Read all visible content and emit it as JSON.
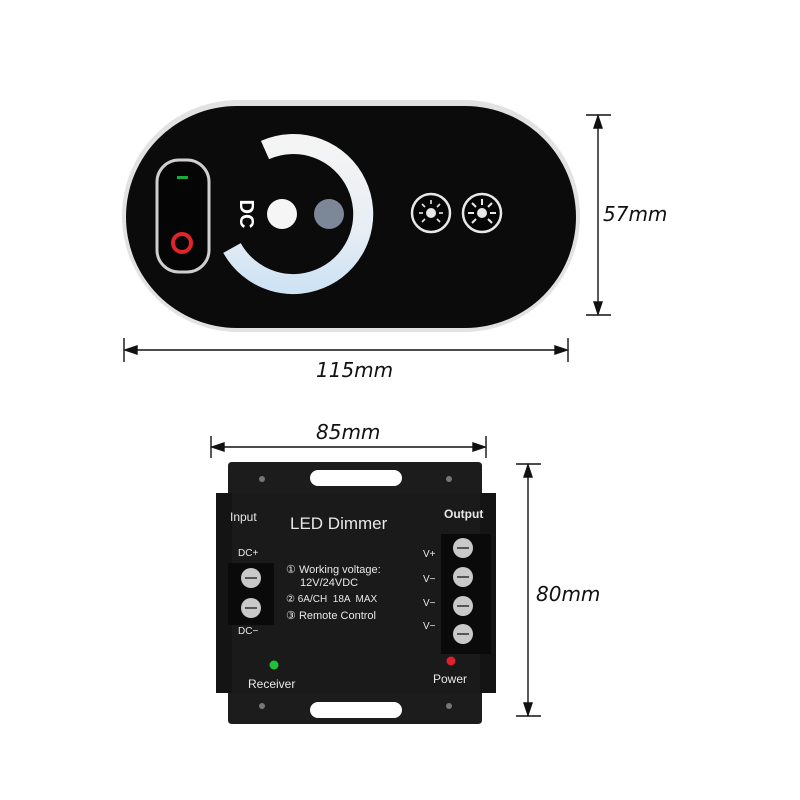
{
  "remote": {
    "dc_label": "DC",
    "colors": {
      "body": "#0a0a0a",
      "rim": "#d9d9d9",
      "ring": "#dfeaf4",
      "power_on": "#1fa83a",
      "power_off": "#e0242a"
    },
    "icons": [
      "power-switch-icon",
      "color-temperature-ring-icon",
      "brightness-down-icon",
      "brightness-up-icon"
    ]
  },
  "dimensions": {
    "remote_width": "115mm",
    "remote_height": "57mm",
    "dimmer_width": "85mm",
    "dimmer_height": "80mm"
  },
  "dimmer": {
    "title": "LED Dimmer",
    "input_label": "Input",
    "output_label": "Output",
    "dc_plus": "DC+",
    "dc_minus": "DC−",
    "spec_1_num": "①",
    "spec_1_line1": "Working voltage:",
    "spec_1_line2": "12V/24VDC",
    "spec_2_num": "②",
    "spec_2": "6A/CH  18A  MAX",
    "spec_3_num": "③",
    "spec_3": "Remote Control",
    "output_terminals": [
      "V+",
      "V−",
      "V−",
      "V−"
    ],
    "receiver_label": "Receiver",
    "power_label": "Power",
    "colors": {
      "body": "#1a1a1a",
      "receiver_led": "#22c03a",
      "power_led": "#e0202a"
    }
  }
}
